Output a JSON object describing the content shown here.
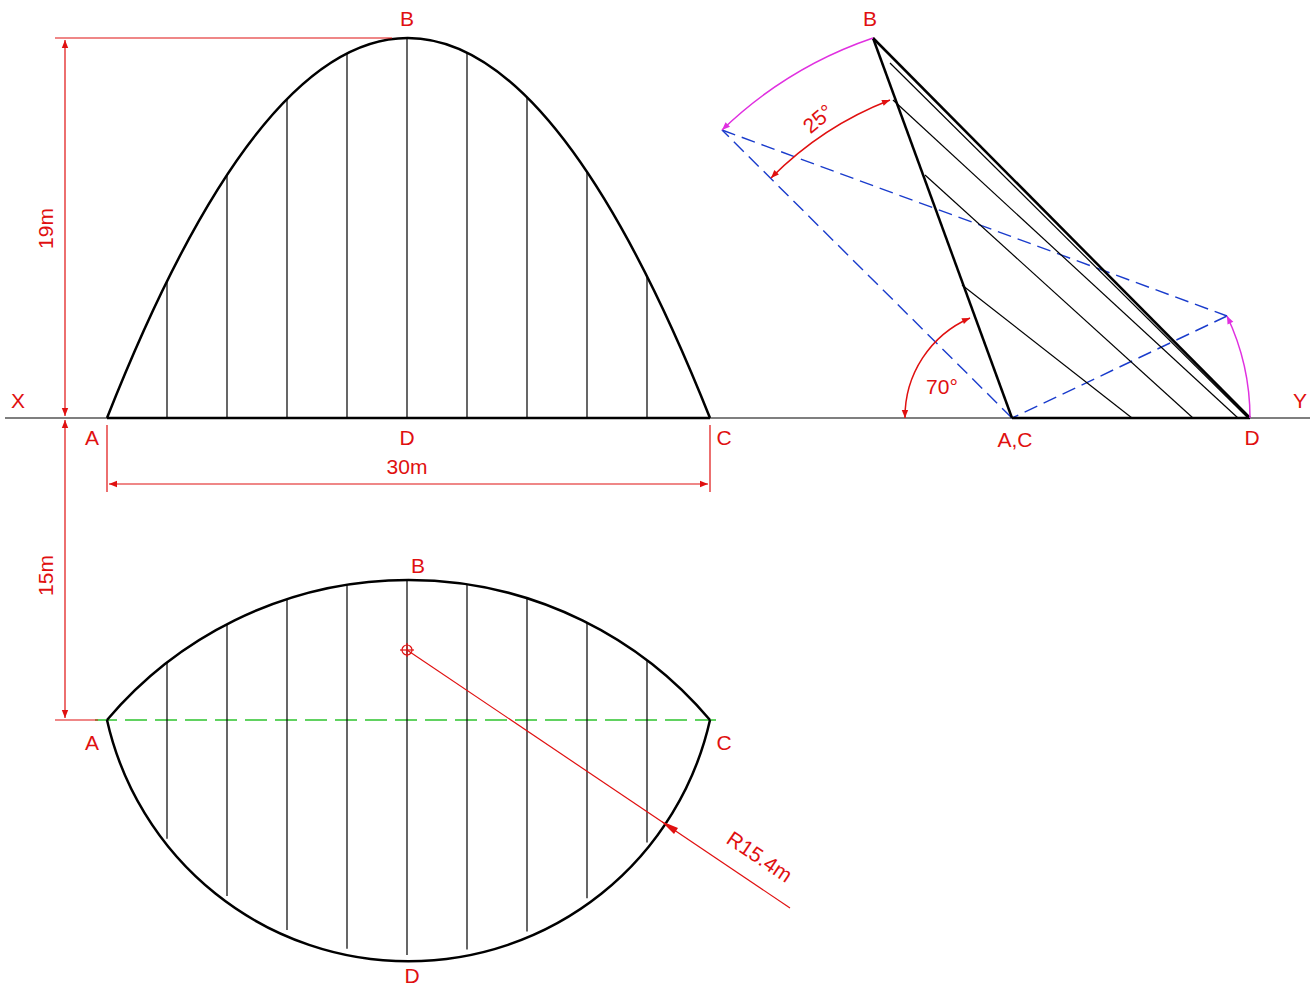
{
  "diagram": {
    "labels": [
      "B",
      "19m",
      "X",
      "A",
      "D",
      "C",
      "30m",
      "B",
      "25°",
      "70°",
      "A,C",
      "D",
      "Y",
      "15m",
      "B",
      "A",
      "C",
      "D",
      "R15.4m"
    ]
  }
}
